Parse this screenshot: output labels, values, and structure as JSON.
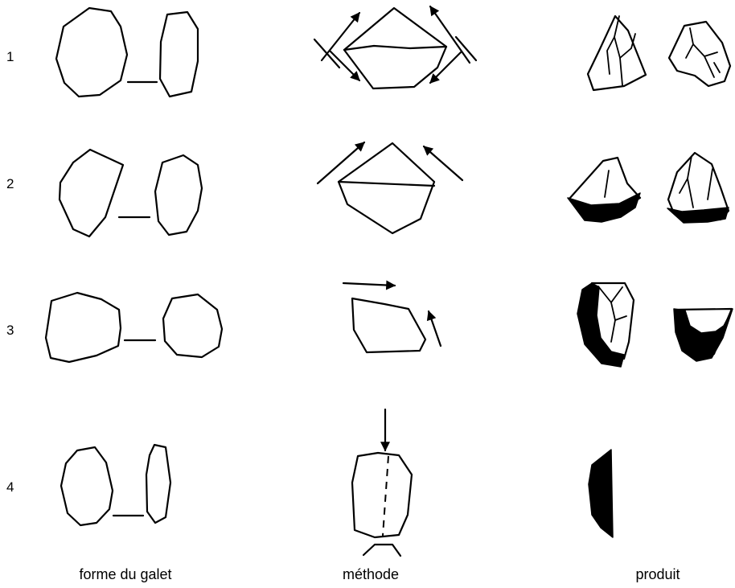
{
  "rows": [
    {
      "number": "1"
    },
    {
      "number": "2"
    },
    {
      "number": "3"
    },
    {
      "number": "4"
    }
  ],
  "columns": {
    "shape": "forme du galet",
    "method": "méthode",
    "product": "produit"
  },
  "colors": {
    "ink": "#000000",
    "background": "#ffffff"
  }
}
